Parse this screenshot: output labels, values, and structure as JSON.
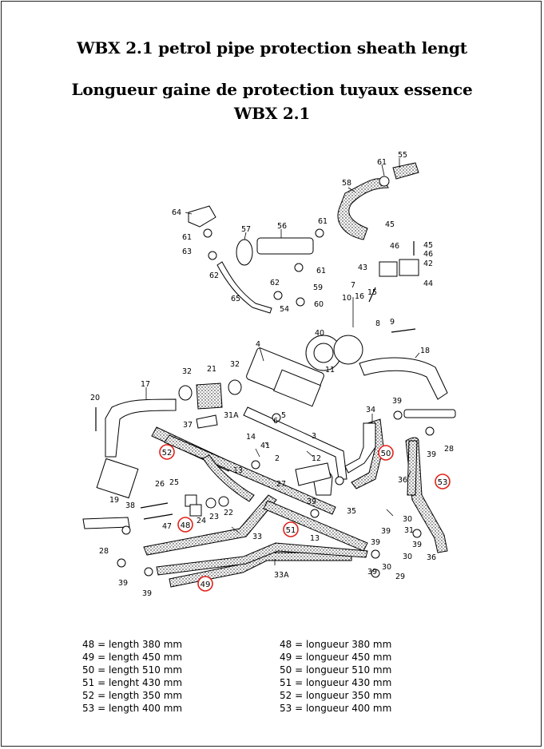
{
  "title_en": "WBX 2.1 petrol pipe protection sheath lengt",
  "title_fr_line1": "Longueur gaine de protection tuyaux essence",
  "title_fr_line2": "WBX 2.1",
  "callout_color": "#e2231a",
  "legend_en": [
    "48 = length 380 mm",
    "49 = length 450 mm",
    "50 = length 510 mm",
    "51 = lenght 430 mm",
    "52 = length 350 mm",
    "53 = length 400 mm"
  ],
  "legend_fr": [
    "48 = longueur 380 mm",
    "49 = longueur 450 mm",
    "50 = longueur 510 mm",
    "51 = longueur 430 mm",
    "52 = longueur 350 mm",
    "53 = longueur 400 mm"
  ],
  "highlighted_parts": [
    "48",
    "49",
    "50",
    "51",
    "52",
    "53"
  ],
  "part_labels": [
    "55",
    "61",
    "58",
    "64",
    "61",
    "63",
    "62",
    "57",
    "56",
    "61",
    "45",
    "46",
    "45",
    "46",
    "42",
    "43",
    "44",
    "61",
    "62",
    "59",
    "54",
    "60",
    "7",
    "10",
    "16",
    "15",
    "8",
    "9",
    "40",
    "11",
    "4",
    "18",
    "65",
    "32",
    "21",
    "32",
    "17",
    "20",
    "31A",
    "37",
    "34",
    "39",
    "28",
    "39",
    "14",
    "41",
    "2",
    "3",
    "6",
    "5",
    "12",
    "13",
    "27",
    "36",
    "26",
    "25",
    "38",
    "30",
    "31",
    "13",
    "35",
    "47",
    "24",
    "23",
    "22",
    "39",
    "19",
    "33",
    "39",
    "29",
    "39",
    "30",
    "30",
    "28",
    "39",
    "33A",
    "39",
    "39",
    "39",
    "36"
  ]
}
